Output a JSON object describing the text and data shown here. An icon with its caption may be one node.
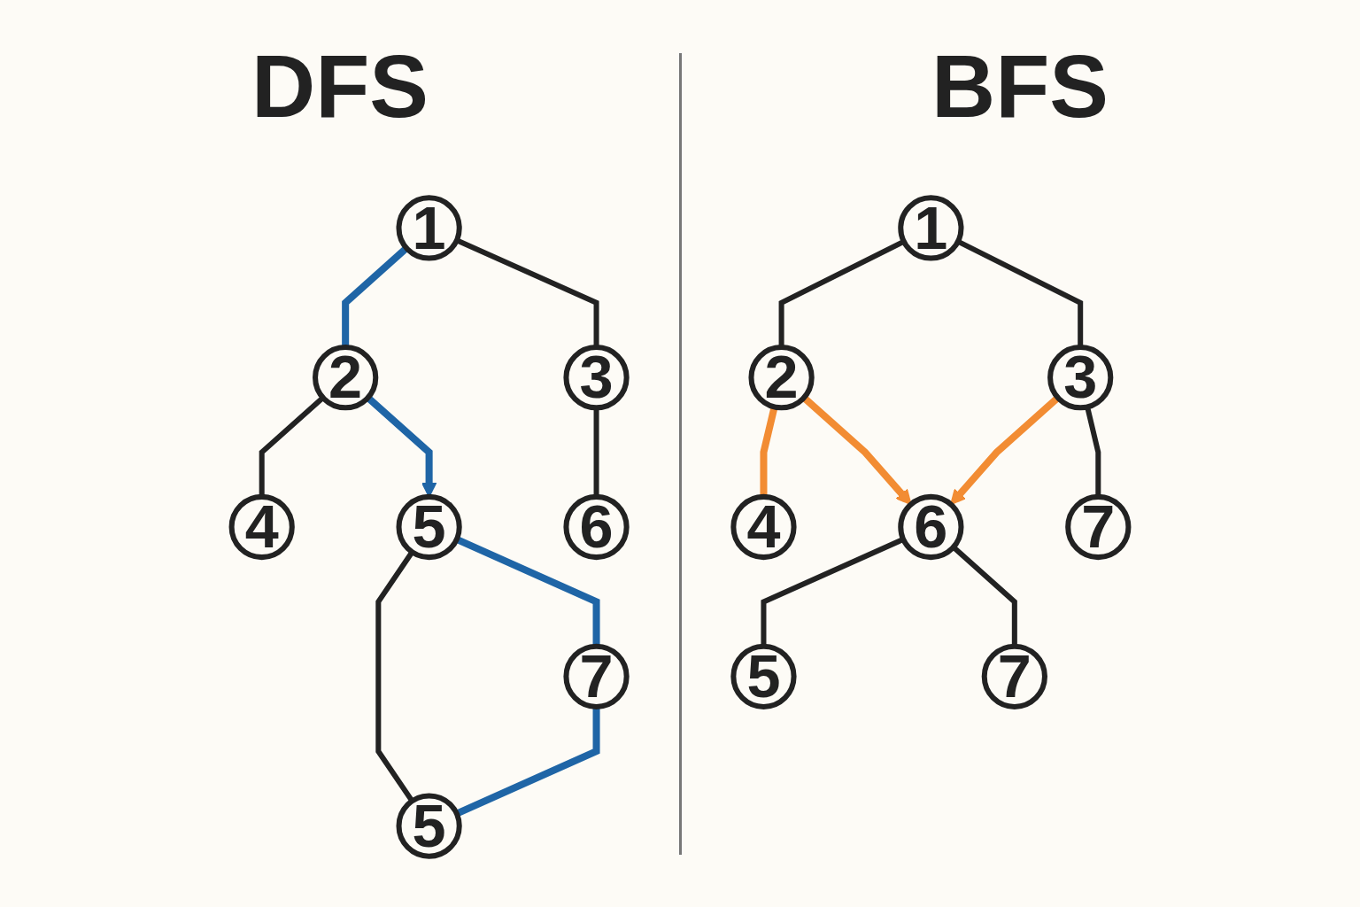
{
  "diagram": {
    "nodes": [
      {
        "text": [
          "1"
        ]
      },
      {
        "text": [
          "2"
        ]
      },
      {
        "text": [
          "3"
        ]
      },
      {
        "text": [
          "4"
        ]
      },
      {
        "text": [
          "5"
        ]
      },
      {
        "text": [
          "6"
        ]
      },
      {
        "text": [
          "5"
        ]
      },
      {
        "text": [
          "7"
        ]
      },
      {
        "text": [
          "1"
        ]
      },
      {
        "text": [
          "2"
        ]
      },
      {
        "text": [
          "3"
        ]
      },
      {
        "text": [
          "4"
        ]
      },
      {
        "text": [
          "6"
        ]
      },
      {
        "text": [
          "7"
        ]
      },
      {
        "text": [
          "5"
        ]
      },
      {
        "text": [
          "7"
        ]
      }
    ],
    "edges": [
      {
        "from": 0,
        "to": 1,
        "arrow": "none",
        "color": "#1f65a6"
      },
      {
        "from": 0,
        "to": 2,
        "arrow": "none"
      },
      {
        "from": 1,
        "to": 3,
        "arrow": "none"
      },
      {
        "from": 1,
        "to": 4,
        "arrow": "to",
        "color": "#1f65a6"
      },
      {
        "from": 2,
        "to": 5,
        "arrow": "none"
      },
      {
        "from": 4,
        "to": 6,
        "arrow": "none"
      },
      {
        "from": 4,
        "to": 7,
        "arrow": "none",
        "color": "#1f65a6"
      },
      {
        "from": 7,
        "to": 6,
        "arrow": "none",
        "color": "#1f65a6"
      },
      {
        "from": 8,
        "to": 9,
        "arrow": "none"
      },
      {
        "from": 8,
        "to": 10,
        "arrow": "none"
      },
      {
        "from": 9,
        "to": 11,
        "arrow": "none",
        "color": "#f28c33"
      },
      {
        "from": 9,
        "to": 12,
        "arrow": "to",
        "color": "#f28c33"
      },
      {
        "from": 10,
        "to": 12,
        "arrow": "to",
        "color": "#f28c33"
      },
      {
        "from": 10,
        "to": 13,
        "arrow": "none"
      },
      {
        "from": 12,
        "to": 14,
        "arrow": "none"
      },
      {
        "from": 12,
        "to": 15,
        "arrow": "none"
      }
    ],
    "labels": [
      "DFS",
      "BFS"
    ]
  }
}
